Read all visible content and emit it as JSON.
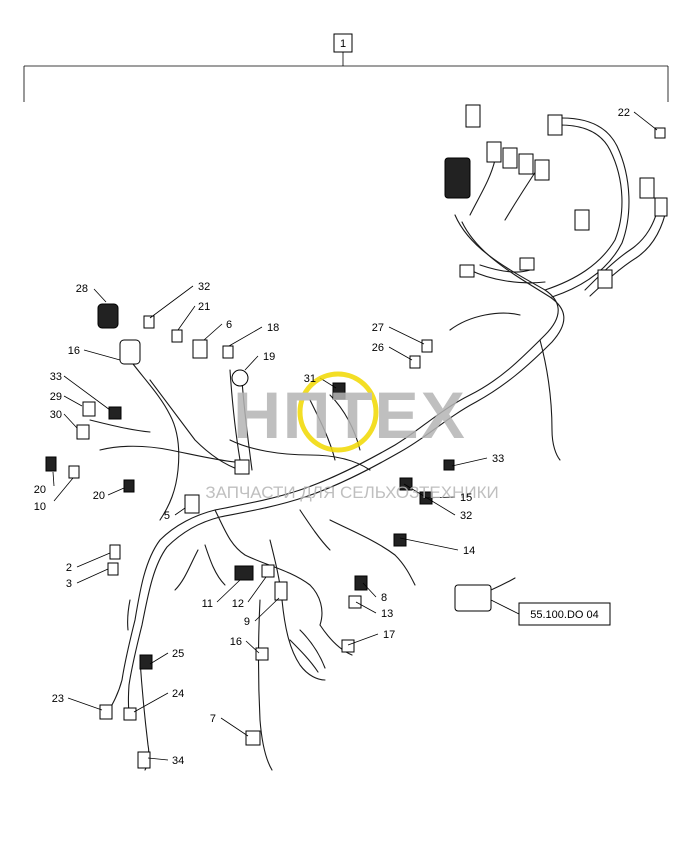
{
  "diagram": {
    "assembly_label": "1",
    "reference_box": "55.100.DO 04",
    "callouts": [
      {
        "id": "c1",
        "text": "28"
      },
      {
        "id": "c2",
        "text": "32"
      },
      {
        "id": "c3",
        "text": "21"
      },
      {
        "id": "c4",
        "text": "6"
      },
      {
        "id": "c5",
        "text": "18"
      },
      {
        "id": "c6",
        "text": "16"
      },
      {
        "id": "c7",
        "text": "19"
      },
      {
        "id": "c8",
        "text": "33"
      },
      {
        "id": "c9",
        "text": "29"
      },
      {
        "id": "c10",
        "text": "30"
      },
      {
        "id": "c11",
        "text": "20"
      },
      {
        "id": "c12",
        "text": "10"
      },
      {
        "id": "c13",
        "text": "20"
      },
      {
        "id": "c14",
        "text": "5"
      },
      {
        "id": "c15",
        "text": "2"
      },
      {
        "id": "c16",
        "text": "3"
      },
      {
        "id": "c17",
        "text": "11"
      },
      {
        "id": "c18",
        "text": "12"
      },
      {
        "id": "c19",
        "text": "9"
      },
      {
        "id": "c20",
        "text": "16"
      },
      {
        "id": "c21",
        "text": "25"
      },
      {
        "id": "c22",
        "text": "23"
      },
      {
        "id": "c23",
        "text": "24"
      },
      {
        "id": "c24",
        "text": "7"
      },
      {
        "id": "c25",
        "text": "34"
      },
      {
        "id": "c26",
        "text": "27"
      },
      {
        "id": "c27",
        "text": "26"
      },
      {
        "id": "c28",
        "text": "31"
      },
      {
        "id": "c29",
        "text": "22"
      },
      {
        "id": "c30",
        "text": "33"
      },
      {
        "id": "c31",
        "text": "15"
      },
      {
        "id": "c32",
        "text": "32"
      },
      {
        "id": "c33",
        "text": "14"
      },
      {
        "id": "c34",
        "text": "8"
      },
      {
        "id": "c35",
        "text": "13"
      },
      {
        "id": "c36",
        "text": "17"
      }
    ]
  },
  "watermark": {
    "brand": "НПТЕХ",
    "tagline": "ЗАПЧАСТИ ДЛЯ СЕЛЬХОЗТЕХНИКИ"
  },
  "colors": {
    "line": "#000000",
    "watermark_gray": "#b4b4b4",
    "watermark_yellow": "#f1d900"
  }
}
